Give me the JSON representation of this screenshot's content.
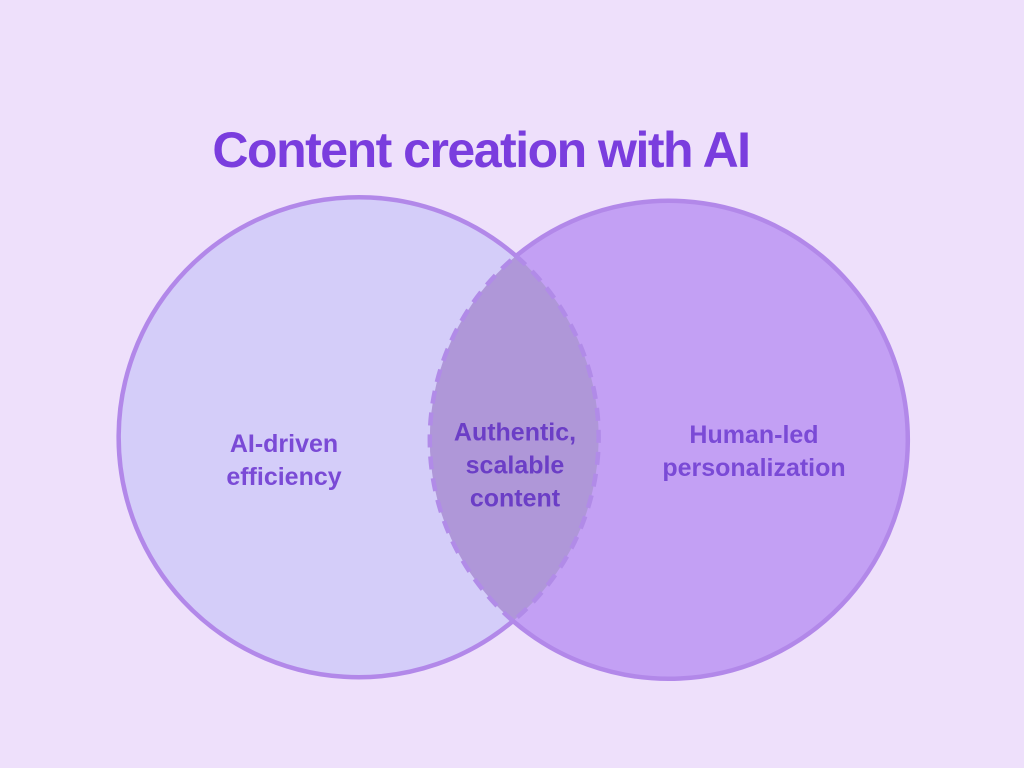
{
  "title": "Content creation with AI",
  "venn": {
    "left": {
      "label": "AI-driven\nefficiency"
    },
    "overlap": {
      "label": "Authentic,\nscalable\ncontent"
    },
    "right": {
      "label": "Human-led\npersonalization"
    }
  },
  "colors": {
    "background": "#EEE0FB",
    "left_circle_fill": "#D4CDF9",
    "right_circle_fill": "#C3A0F4",
    "overlap_fill": "#AF97D8",
    "circle_border": "#B288E9",
    "overlap_border_dashed": "#B18BE8",
    "title_text": "#7A3DDE",
    "side_label_text": "#7A4AD6",
    "overlap_label_text": "#6B3EC6"
  }
}
